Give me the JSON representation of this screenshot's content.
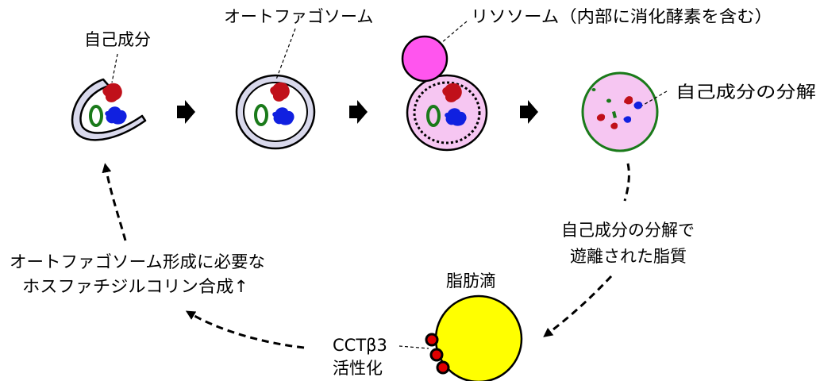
{
  "labels": {
    "self_components": "自己成分",
    "autophagosome": "オートファゴソーム",
    "lysosome": "リソソーム（内部に消化酵素を含む）",
    "degradation": "自己成分の分解",
    "released_lipid_line1": "自己成分の分解で",
    "released_lipid_line2": "遊離された脂質",
    "lipid_droplet": "脂肪滴",
    "cct_line1": "CCTβ3",
    "cct_line2": "活性化",
    "synthesis_line1": "オートファゴソーム形成に必要な",
    "synthesis_line2": "ホスファチジルコリン合成↑"
  },
  "colors": {
    "membrane_fill": "#d9d9ec",
    "organelle_red": "#c0101a",
    "organelle_blue": "#1020e0",
    "mitochondria_green": "#1a7a1a",
    "lysosome_pink": "#ff55ee",
    "autolysosome_fill": "#f6c6f2",
    "lipid_yellow": "#ffff00",
    "cct_red": "#e00000"
  }
}
